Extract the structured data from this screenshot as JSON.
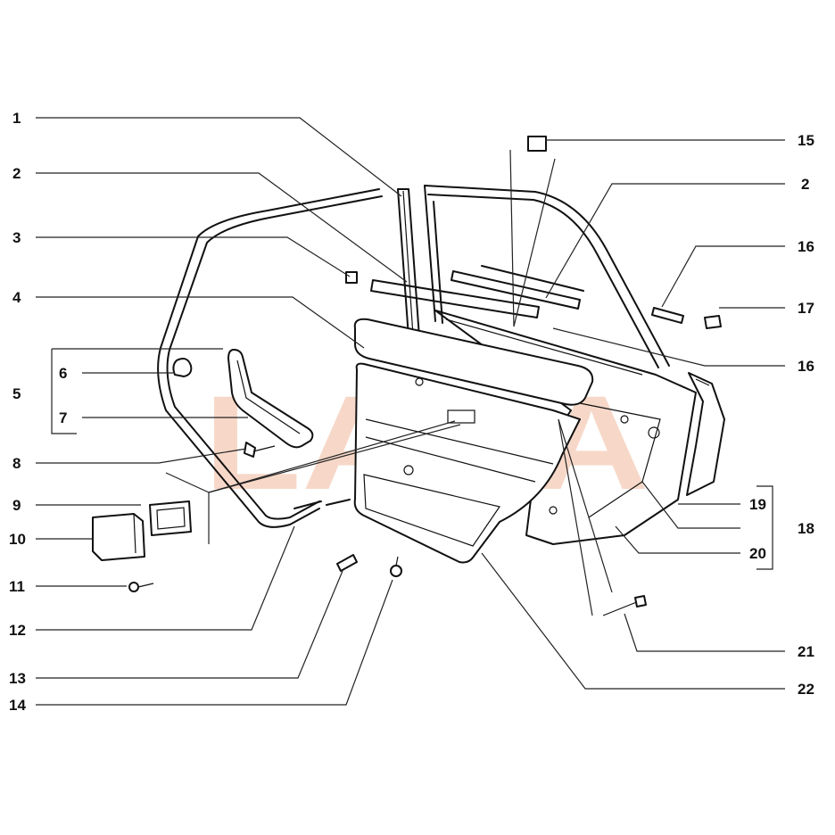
{
  "watermark": "LADA",
  "callouts": {
    "c1": "1",
    "c2a": "2",
    "c3": "3",
    "c4": "4",
    "c5": "5",
    "c6": "6",
    "c7": "7",
    "c8": "8",
    "c9": "9",
    "c10": "10",
    "c11": "11",
    "c12": "12",
    "c13": "13",
    "c14": "14",
    "c15": "15",
    "c2b": "2",
    "c16a": "16",
    "c17": "17",
    "c16b": "16",
    "c19": "19",
    "c18": "18",
    "c20": "20",
    "c21": "21",
    "c22": "22"
  }
}
